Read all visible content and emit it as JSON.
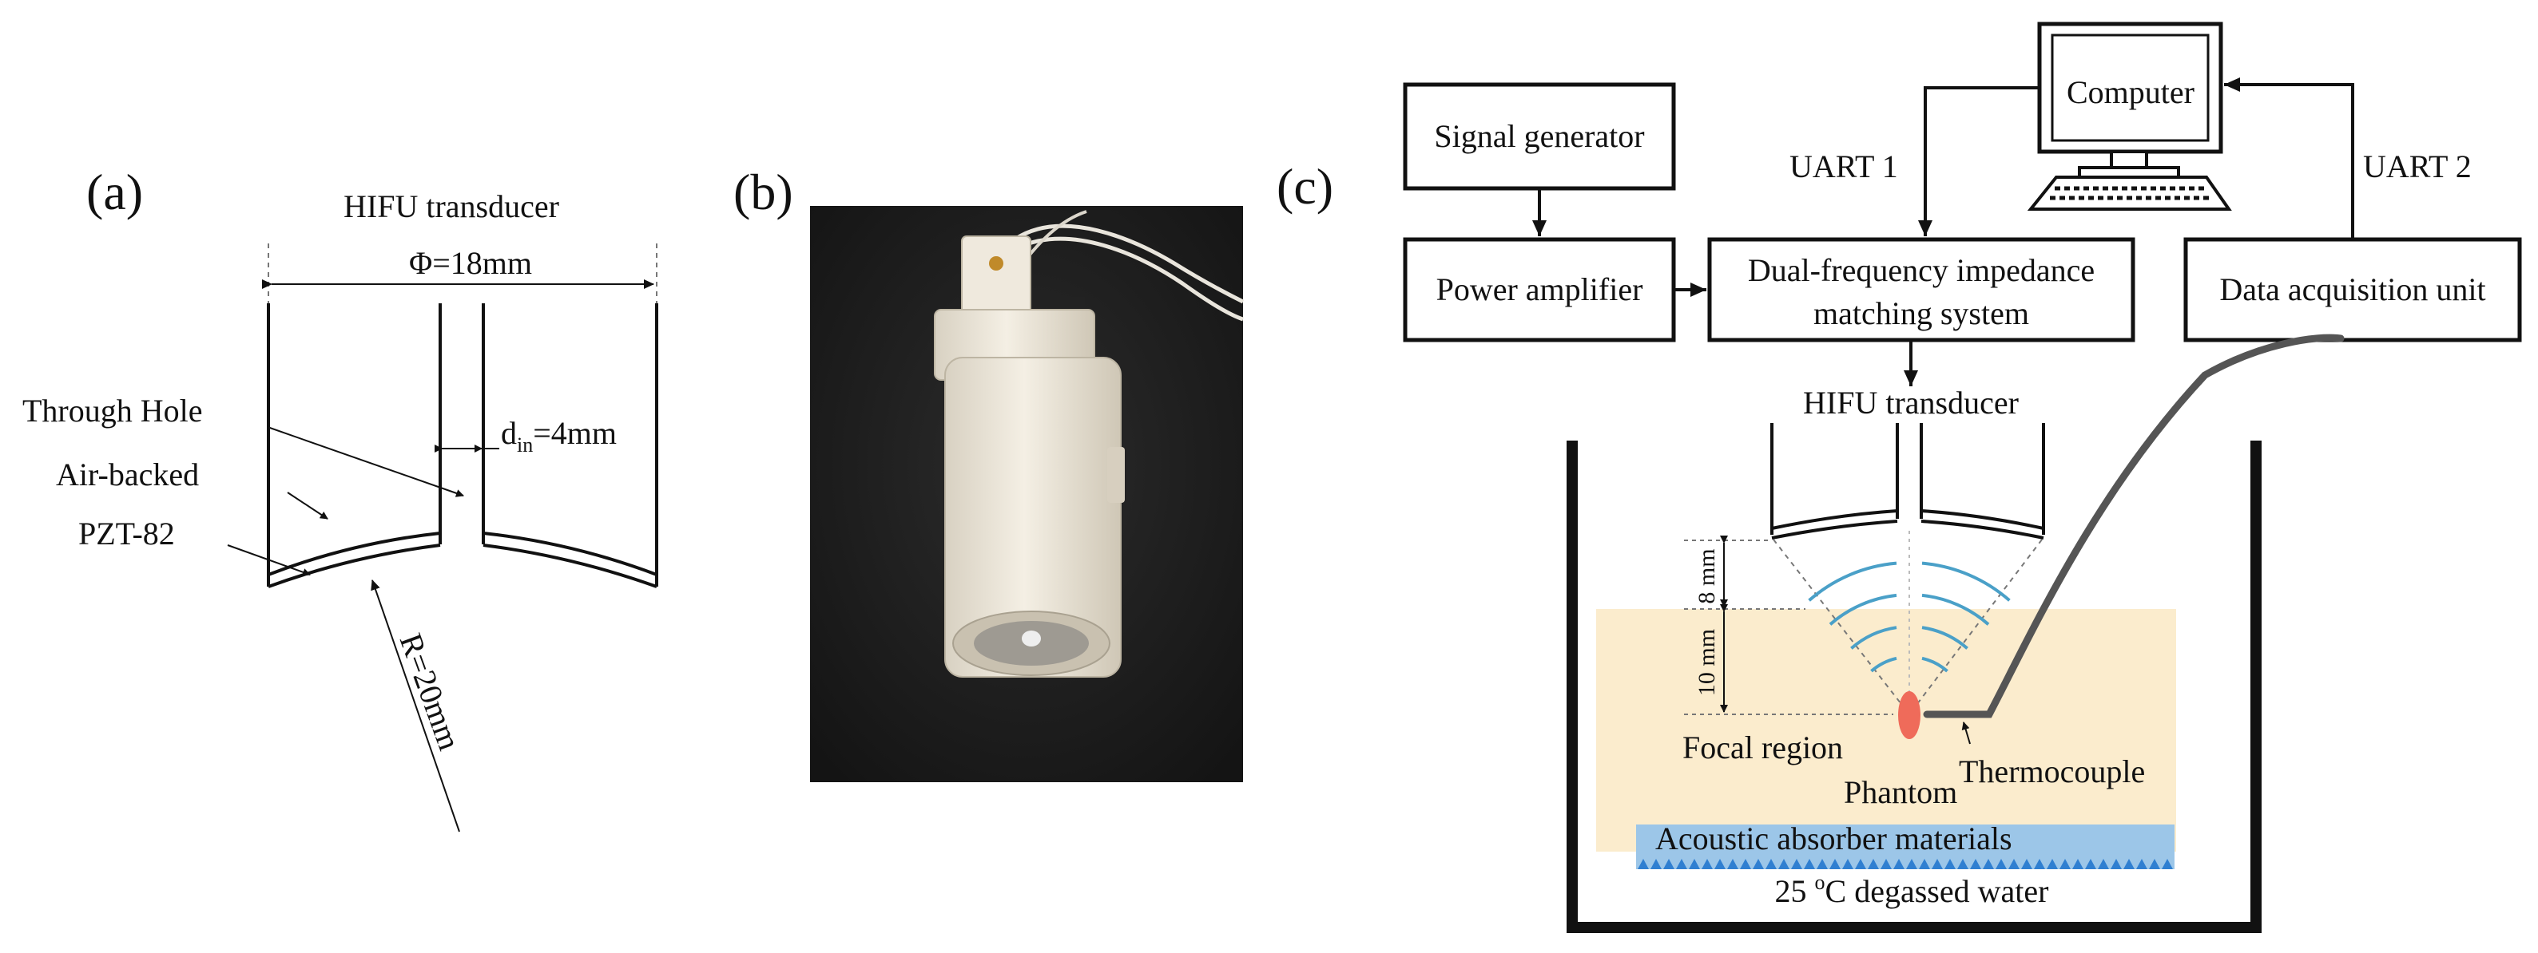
{
  "panel_a": {
    "label": "(a)",
    "title": "HIFU transducer",
    "diameter": "Φ=18mm",
    "through_hole": "Through Hole",
    "air_backed": "Air-backed",
    "pzt": "PZT-82",
    "hole_d_main": "d",
    "hole_d_sub": "in",
    "hole_d_value": "=4mm",
    "radius": "R=20mm"
  },
  "panel_b": {
    "label": "(b)"
  },
  "panel_c": {
    "label": "(c)",
    "signal_generator": "Signal generator",
    "power_amplifier": "Power amplifier",
    "dual_line1": "Dual-frequency impedance",
    "dual_line2": "matching system",
    "computer": "Computer",
    "uart1": "UART 1",
    "uart2": "UART 2",
    "daq": "Data acquisition unit",
    "hifu": "HIFU transducer",
    "dim_8": "8 mm",
    "dim_10": "10 mm",
    "focal_region": "Focal region",
    "phantom": "Phantom",
    "thermocouple": "Thermocouple",
    "absorber": "Acoustic absorber  materials",
    "water_main": "25 ",
    "water_sup": "o",
    "water_rest": "C degassed water"
  },
  "colors": {
    "phantom_fill": "#fbeccd",
    "absorber_fill": "#9cc6e8",
    "absorber_teeth": "#2f7fd1",
    "wave": "#4aa0c8",
    "focal": "#ef6b5a",
    "photo_bg": "#1c1c1c",
    "device": "#ece6d8"
  }
}
